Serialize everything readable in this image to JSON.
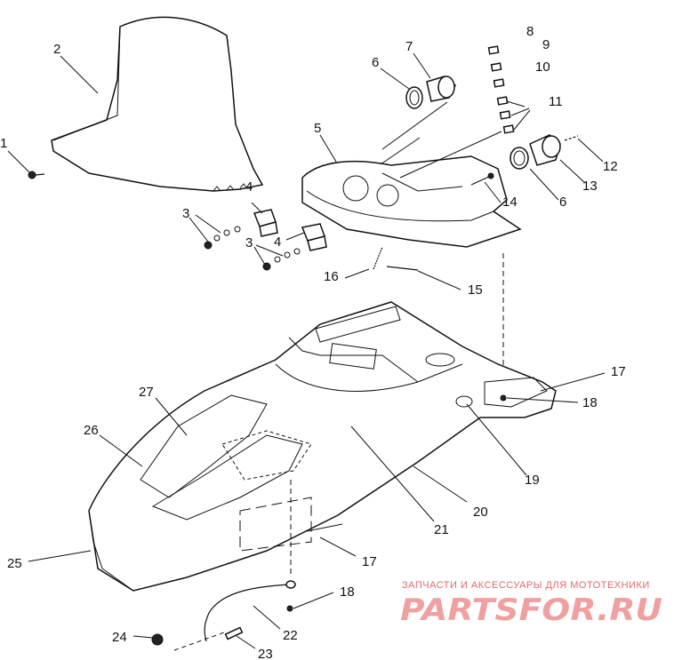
{
  "diagram": {
    "callouts": [
      "1",
      "2",
      "3",
      "3",
      "4",
      "4",
      "5",
      "6",
      "6",
      "7",
      "8",
      "9",
      "10",
      "11",
      "12",
      "13",
      "14",
      "15",
      "16",
      "17",
      "17",
      "18",
      "18",
      "19",
      "20",
      "21",
      "22",
      "23",
      "24",
      "25",
      "26",
      "27"
    ]
  },
  "watermark": {
    "subtitle": "ЗАПЧАСТИ И АКСЕССУАРЫ ДЛЯ МОТОТЕХНИКИ",
    "logo_text": "PARTSFOR.RU"
  }
}
